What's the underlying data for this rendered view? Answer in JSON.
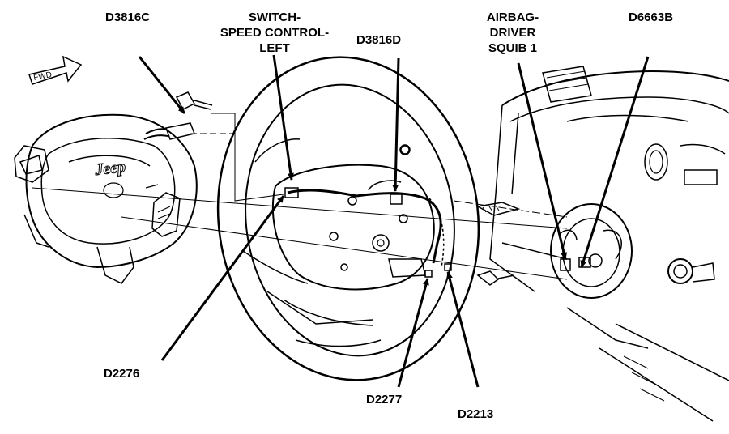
{
  "labels": {
    "d3816c": "D3816C",
    "switch_line1": "SWITCH-",
    "switch_line2": "SPEED CONTROL-",
    "switch_line3": "LEFT",
    "d3816d": "D3816D",
    "airbag_line1": "AIRBAG-",
    "airbag_line2": "DRIVER",
    "airbag_line3": "SQUIB 1",
    "d6663b": "D6663B",
    "d2276": "D2276",
    "d2277": "D2277",
    "d2213": "D2213",
    "fwd": "FWD"
  },
  "colors": {
    "ink": "#000000",
    "background": "#ffffff",
    "shade": "#e8e8e8"
  },
  "icons": [
    "forward-arrow-icon",
    "jeep-logo",
    "leader-arrow"
  ]
}
